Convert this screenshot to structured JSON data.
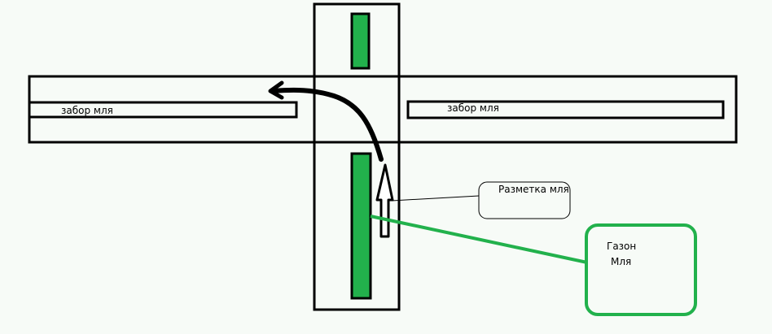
{
  "labels": {
    "fence_left": "забор мля",
    "fence_right": "забор мля",
    "marking_callout": "Разметка мля",
    "lawn_callout_line1": "Газон",
    "lawn_callout_line2": "Мля"
  },
  "colors": {
    "background": "#f7fbf7",
    "lawn_green": "#22b14c",
    "outline": "#000000"
  }
}
